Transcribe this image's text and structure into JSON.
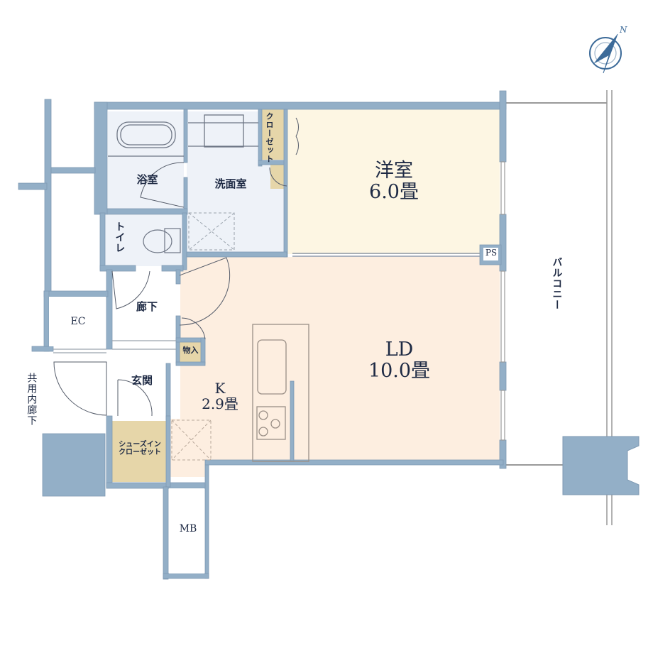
{
  "floorplan": {
    "colors": {
      "wall": "#93afc7",
      "wall_edge": "#7f9ab3",
      "western_room": "#fdf6e3",
      "living": "#fdeee0",
      "wet_area": "#eef2f8",
      "storage": "#e6d6a9",
      "text": "#1e2a44",
      "compass": "#3d6b99"
    },
    "compass": {
      "label": "N"
    },
    "rooms": {
      "western": {
        "name": "洋室",
        "size": "6.0畳"
      },
      "ld": {
        "name": "LD",
        "size": "10.0畳"
      },
      "kitchen": {
        "name": "K",
        "size": "2.9畳"
      },
      "bath": {
        "name": "浴室"
      },
      "washroom": {
        "name": "洗面室"
      },
      "toilet": {
        "name": "トイレ"
      },
      "closet": {
        "name": "クローゼット"
      },
      "hallway": {
        "name": "廊下"
      },
      "entrance": {
        "name": "玄関"
      },
      "storage": {
        "name": "物入"
      },
      "shoe_closet": {
        "line1": "シューズイン",
        "line2": "クローゼット"
      },
      "ec": {
        "name": "EC"
      },
      "ps": {
        "name": "PS"
      },
      "mb": {
        "name": "MB"
      },
      "balcony": {
        "name": "バルコニー"
      },
      "corridor": {
        "name": "共用内廊下"
      }
    }
  }
}
